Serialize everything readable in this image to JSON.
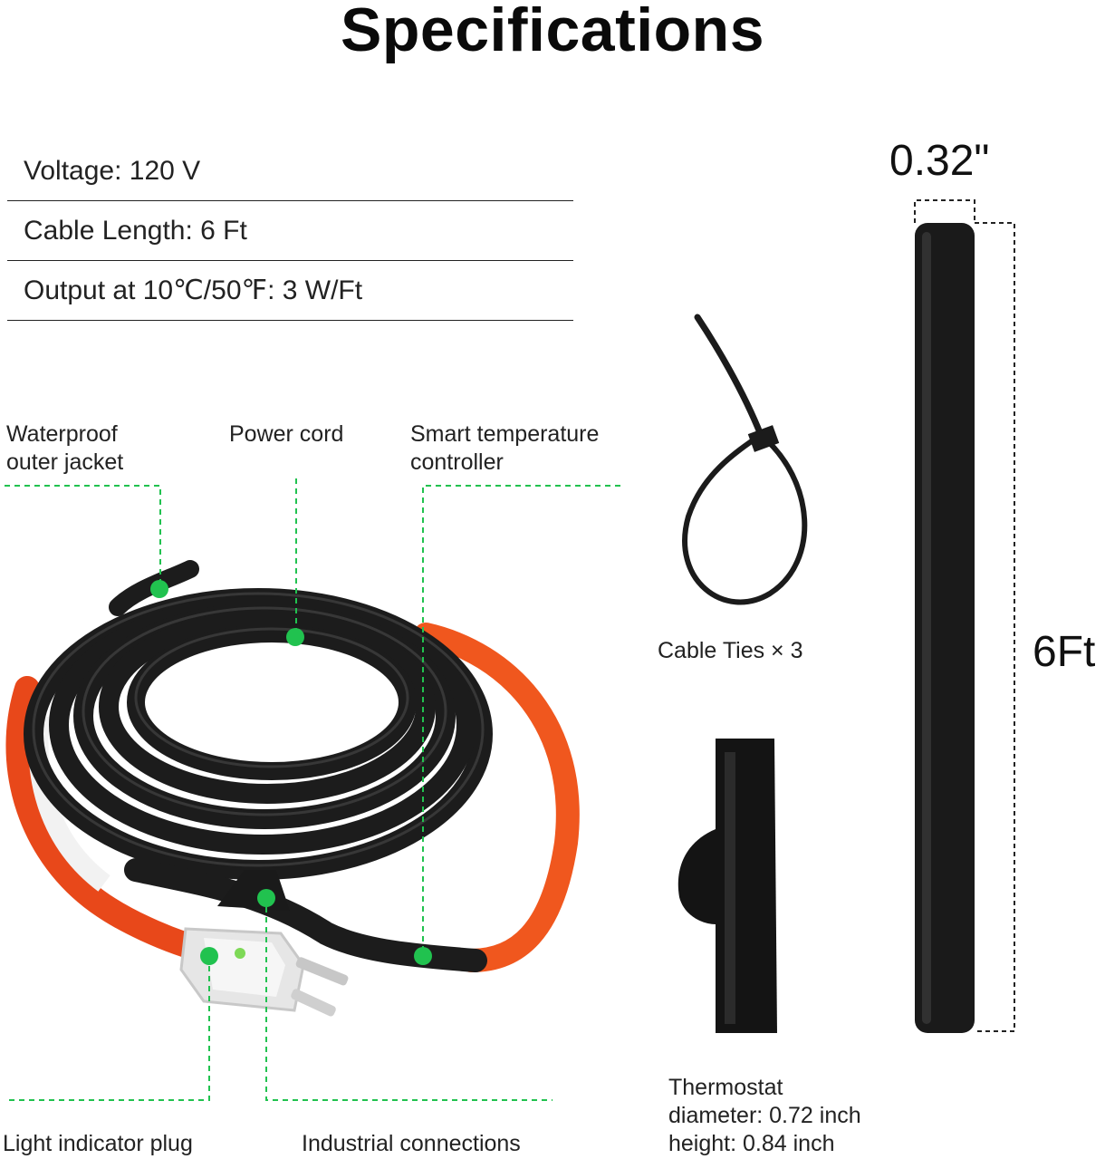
{
  "page": {
    "title": "Specifications"
  },
  "specs": [
    {
      "label": "Voltage: 120 V"
    },
    {
      "label": "Cable Length: 6 Ft"
    },
    {
      "label": "Output at 10℃/50℉: 3 W/Ft"
    }
  ],
  "callouts": {
    "jacket": [
      "Waterproof",
      "outer jacket"
    ],
    "power_cord": "Power cord",
    "controller": [
      "Smart temperature",
      "controller"
    ],
    "plug": "Light indicator plug",
    "connections": "Industrial connections"
  },
  "accessories": {
    "cable_ties": "Cable Ties × 3",
    "thermostat": [
      "Thermostat",
      "diameter: 0.72 inch",
      "height: 0.84 inch"
    ]
  },
  "dimensions": {
    "width": "0.32\"",
    "length": "6Ft"
  },
  "colors": {
    "callout": "#21c24f",
    "cable_black": "#1c1c1c",
    "cable_orange": "#f0571e"
  }
}
